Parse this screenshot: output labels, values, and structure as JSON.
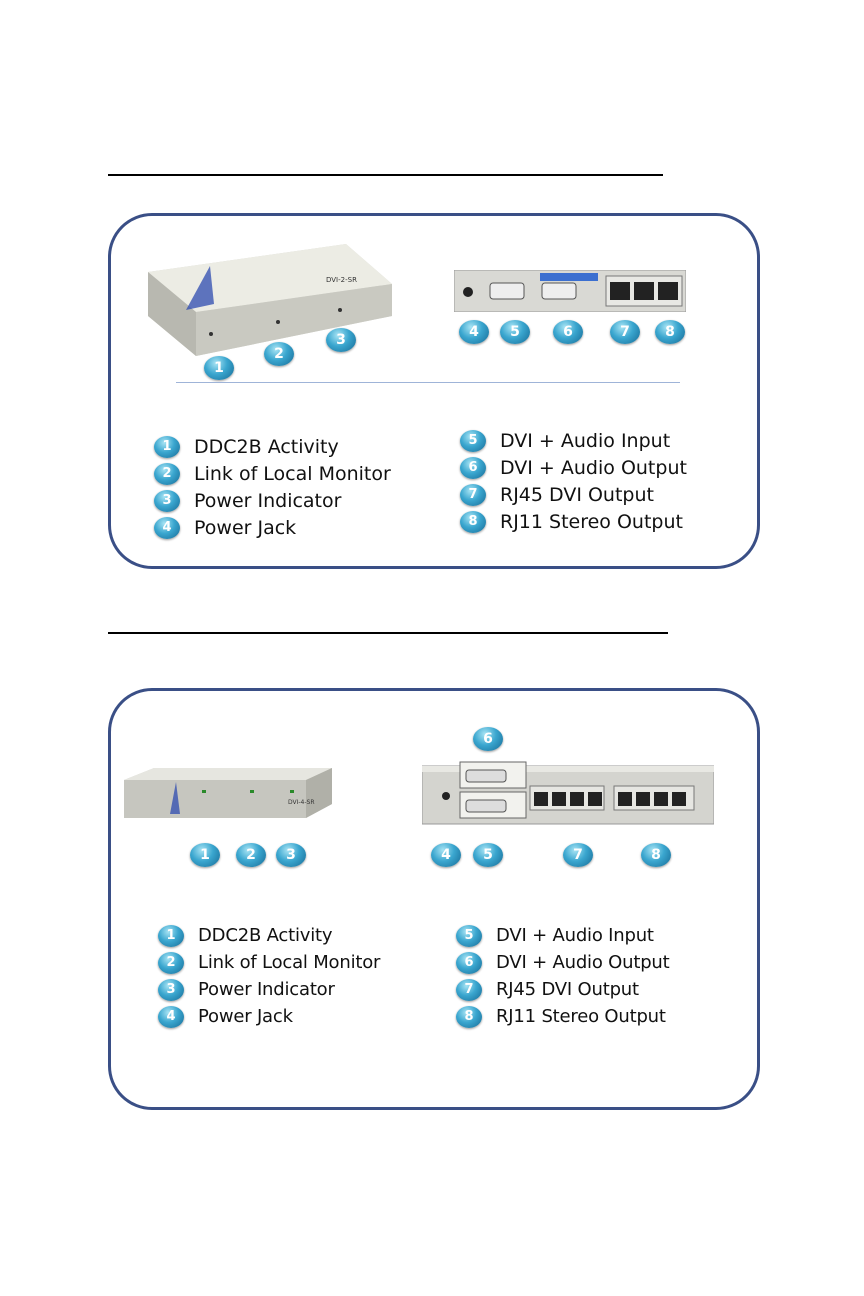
{
  "colors": {
    "panel_border": "#3a4f86",
    "badge": "#2f9cc7",
    "divider": "#9fb4d8"
  },
  "panel1": {
    "device_label": "DVI-2-SR",
    "device_callouts": [
      "1",
      "2",
      "3"
    ],
    "rear_callouts": [
      "4",
      "5",
      "6",
      "7",
      "8"
    ],
    "legend_left": [
      {
        "num": "1",
        "text": "DDC2B Activity"
      },
      {
        "num": "2",
        "text": "Link of Local Monitor"
      },
      {
        "num": "3",
        "text": "Power Indicator"
      },
      {
        "num": "4",
        "text": "Power Jack"
      }
    ],
    "legend_right": [
      {
        "num": "5",
        "text": "DVI + Audio Input"
      },
      {
        "num": "6",
        "text": "DVI + Audio Output"
      },
      {
        "num": "7",
        "text": "RJ45 DVI Output"
      },
      {
        "num": "8",
        "text": "RJ11 Stereo Output"
      }
    ]
  },
  "panel2": {
    "device_label": "DVI-4-SR",
    "device_callouts": [
      "1",
      "2",
      "3"
    ],
    "rear_callouts": [
      "6",
      "4",
      "5",
      "7",
      "8"
    ],
    "legend_left": [
      {
        "num": "1",
        "text": "DDC2B Activity"
      },
      {
        "num": "2",
        "text": "Link of Local Monitor"
      },
      {
        "num": "3",
        "text": "Power Indicator"
      },
      {
        "num": "4",
        "text": "Power Jack"
      }
    ],
    "legend_right": [
      {
        "num": "5",
        "text": "DVI + Audio Input"
      },
      {
        "num": "6",
        "text": "DVI + Audio Output"
      },
      {
        "num": "7",
        "text": "RJ45 DVI Output"
      },
      {
        "num": "8",
        "text": "RJ11 Stereo Output"
      }
    ]
  }
}
